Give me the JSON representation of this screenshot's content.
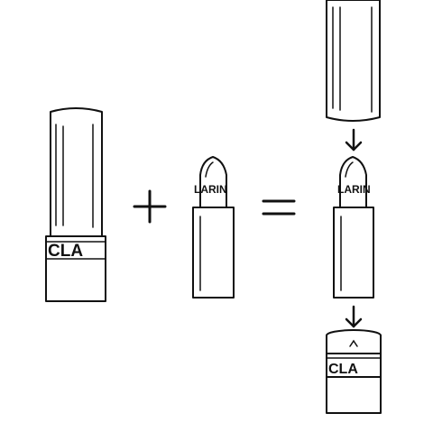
{
  "diagram": {
    "lipstick_brand_text": "LARIN",
    "band_text_left": "CLA",
    "band_text_bottom": "CLA",
    "operators": {
      "plus": "+",
      "equals": "="
    },
    "line_color": "#111111",
    "fill_color": "#ffffff"
  }
}
